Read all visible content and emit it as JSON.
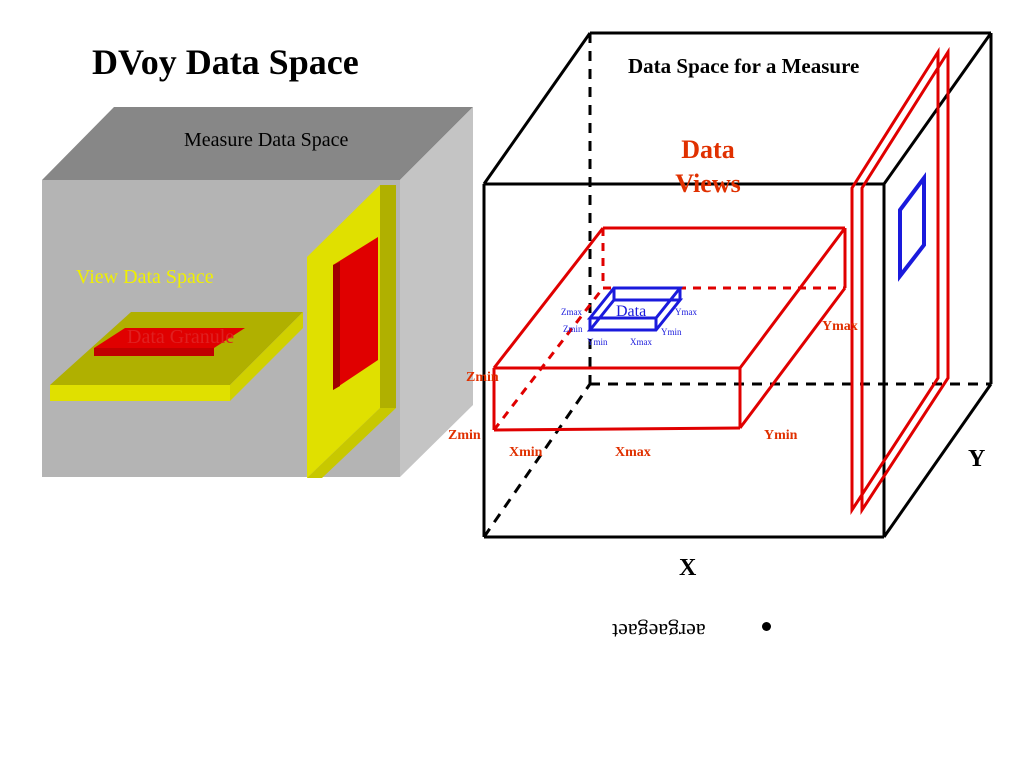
{
  "title": "DVoy Data Space",
  "left_figure": {
    "measure_label": "Measure Data Space",
    "view_label": "View Data Space",
    "granule_label": "Data Granule"
  },
  "right_figure": {
    "cube_label": "Data Space for a Measure",
    "views_label_line1": "Data",
    "views_label_line2": "Views",
    "axis_x": "X",
    "axis_y": "Y",
    "red_box": {
      "zmin_upper": "Zmin",
      "zmin_lower": "Zmin",
      "xmin": "Xmin",
      "xmax": "Xmax",
      "ymin": "Ymin",
      "ymax": "Ymax"
    },
    "blue_box": {
      "label": "Data",
      "zmax": "Zmax",
      "zmin": "Zmin",
      "ymin_a": "Ymin",
      "xmax": "Xmax",
      "ymax": "Ymax",
      "ymin_b": "Ymin"
    }
  },
  "bottom_text": "aergaegaet",
  "colors": {
    "gray_front": "#b4b4b4",
    "gray_top": "#878787",
    "gray_side": "#c4c4c4",
    "yellow": "#e0e000",
    "yellow_dark": "#b0b000",
    "red": "#e00000",
    "blue": "#1a1adc",
    "label_red": "#e02020",
    "label_yellow": "#f0f000",
    "view_red": "#e03000"
  }
}
